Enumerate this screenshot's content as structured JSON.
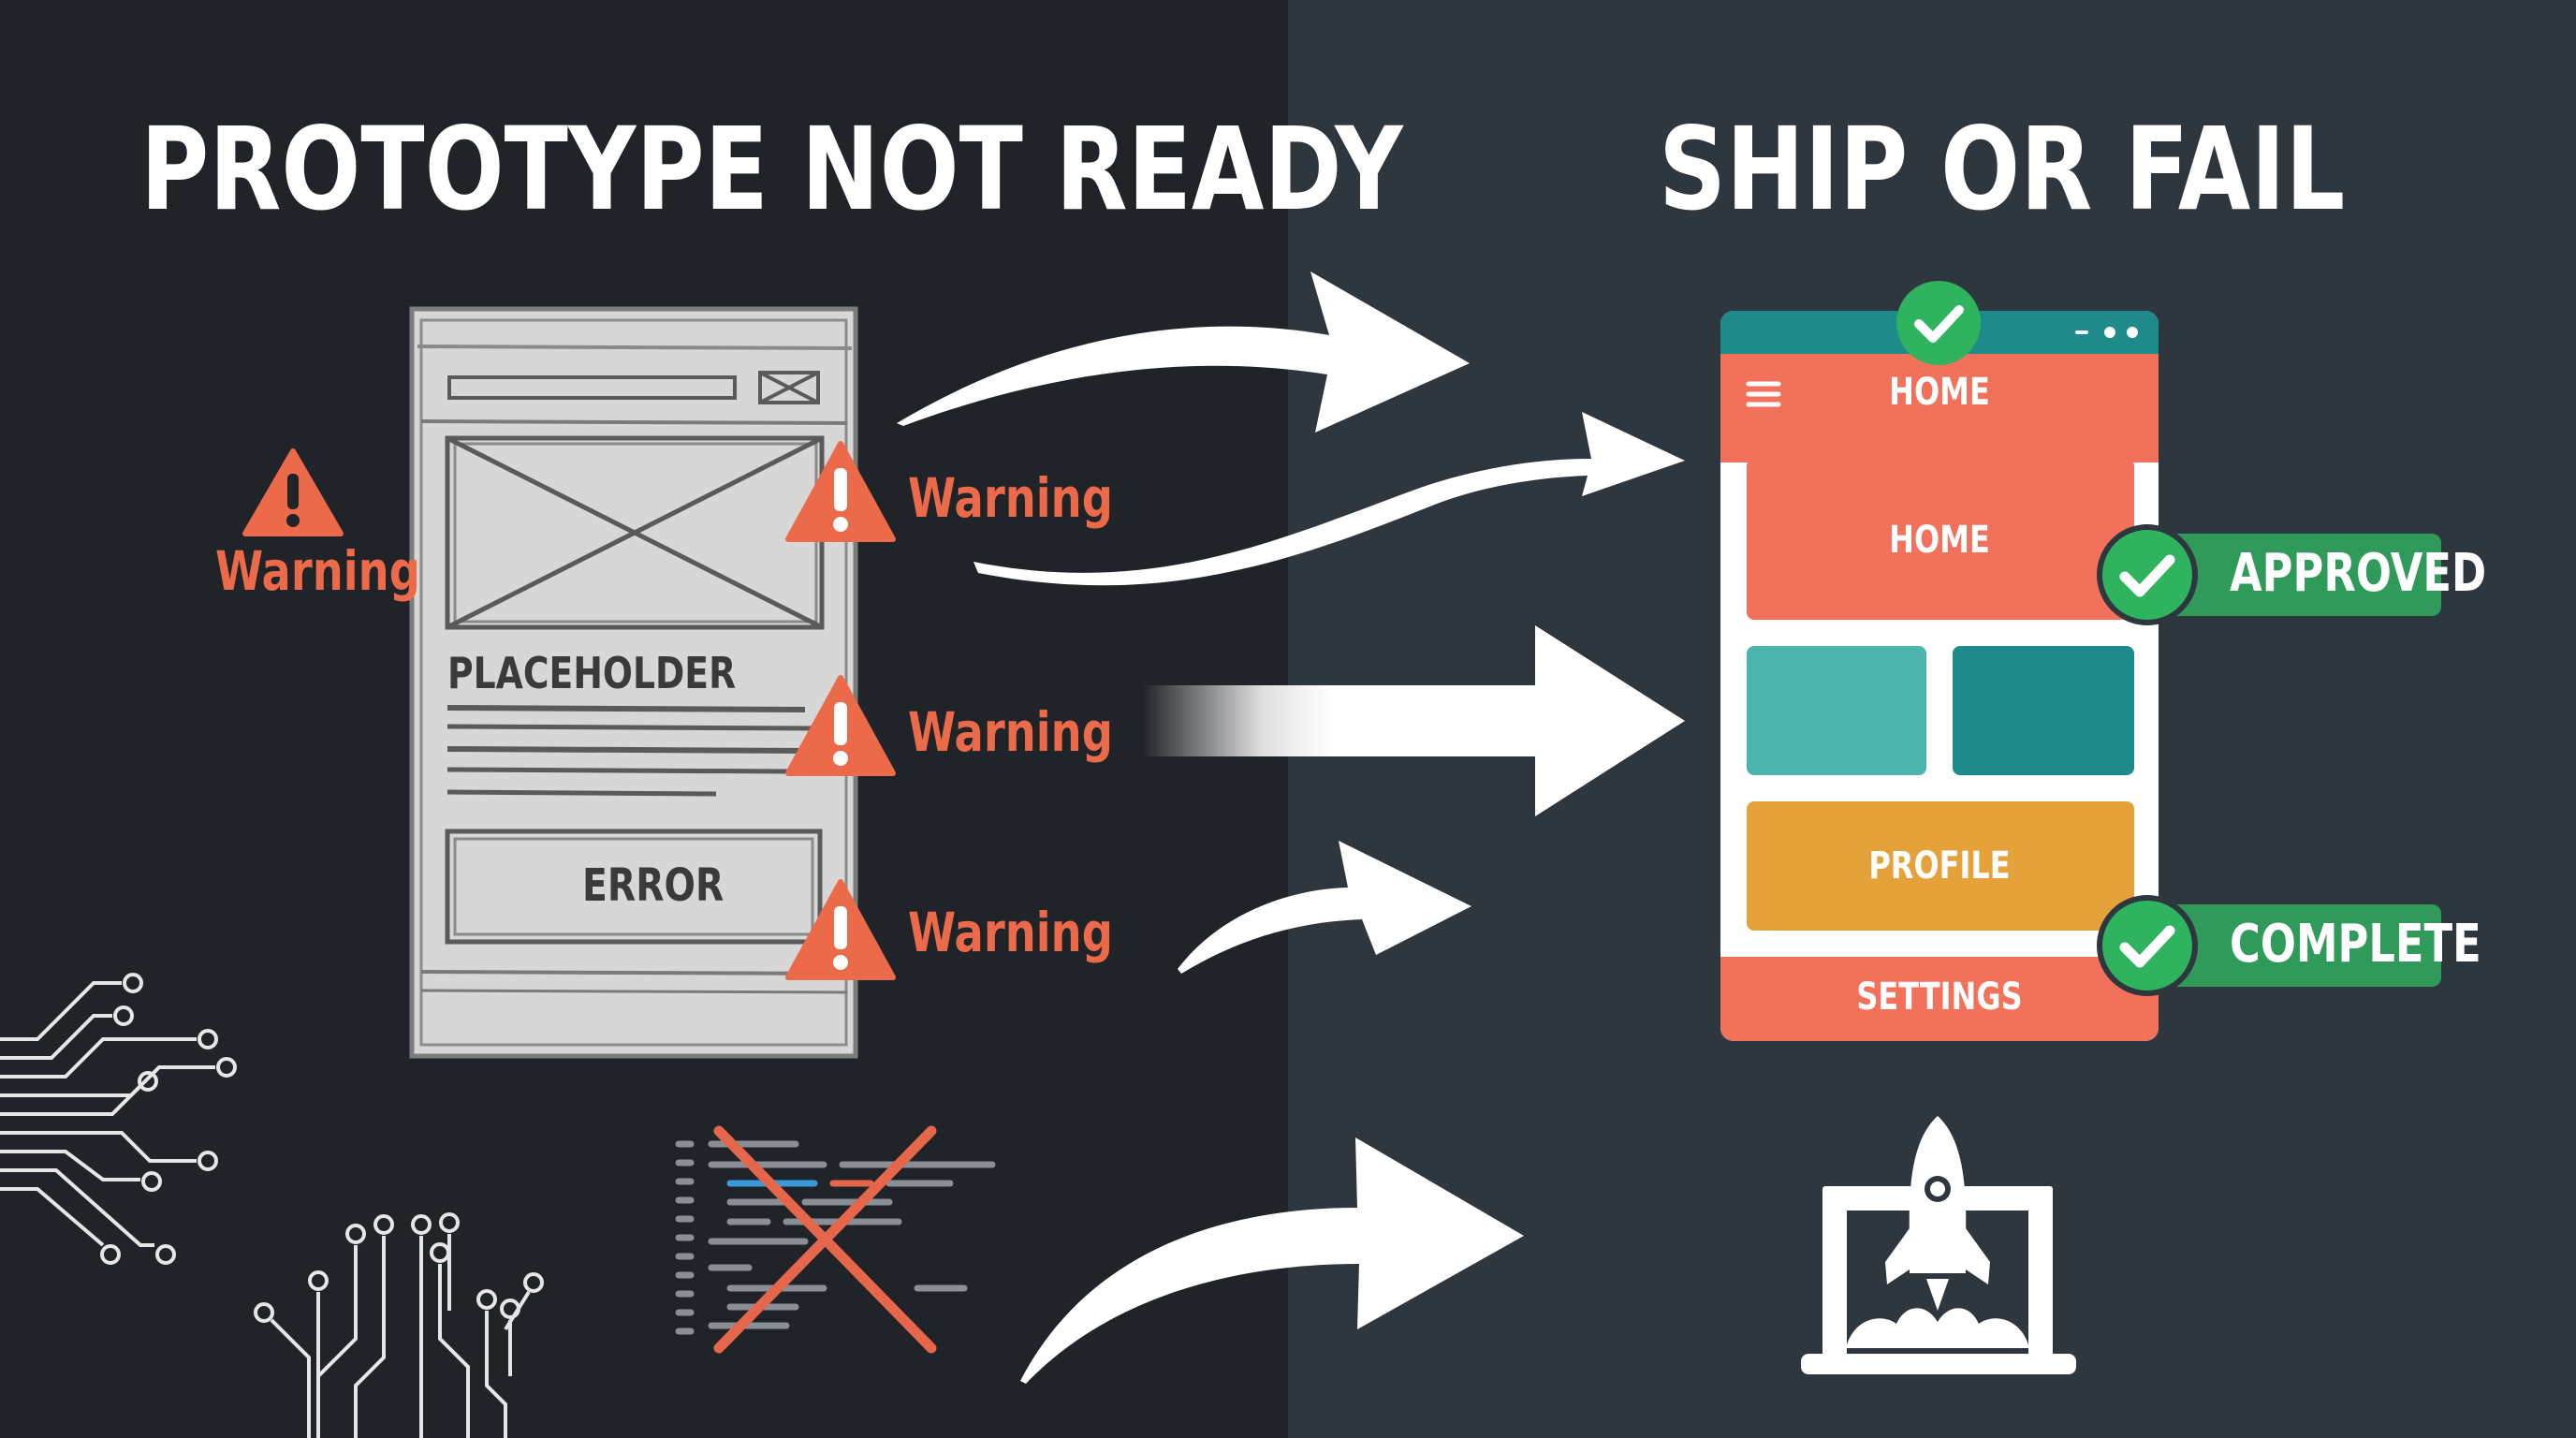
{
  "titles": {
    "left": "PROTOTYPE NOT READY",
    "right": "SHIP OR FAIL"
  },
  "warnings": {
    "label": "Warning"
  },
  "wireframe": {
    "placeholder_label": "PLACEHOLDER",
    "error_label": "ERROR"
  },
  "app": {
    "header_title": "HOME",
    "tile_home": "HOME",
    "tile_profile": "PROFILE",
    "footer_settings": "SETTINGS"
  },
  "badges": {
    "approved": "APPROVED",
    "complete": "COMPLETE"
  },
  "colors": {
    "left_bg": "#202328",
    "right_bg": "#2f373e",
    "warning": "#ea6a4a",
    "app_coral": "#f2715b",
    "app_teal": "#1e8a8a",
    "app_teal_light": "#4bb4ad",
    "app_orange": "#e5a23a",
    "badge_green": "#2f9a5a",
    "check_green": "#2fb35f"
  },
  "icons": [
    "warning-icon",
    "check-icon",
    "menu-icon",
    "rocket-icon",
    "laptop-icon",
    "circuit-icon",
    "code-icon",
    "cross-icon",
    "arrow-icon"
  ]
}
